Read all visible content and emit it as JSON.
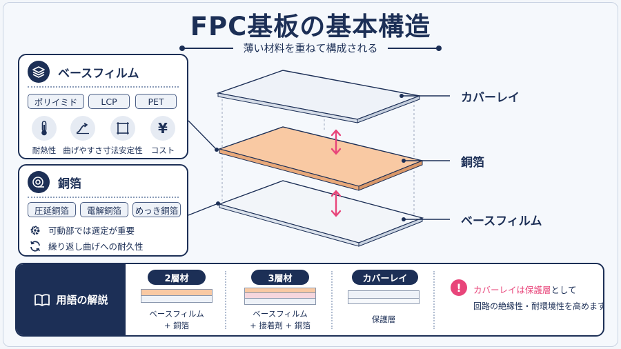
{
  "title": "FPC基板の基本構造",
  "subtitle": "薄い材料を重ねて構成される",
  "base_card": {
    "title": "ベースフィルム",
    "materials": [
      "ポリイミド",
      "LCP",
      "PET"
    ],
    "properties": [
      {
        "label": "耐熱性",
        "icon": "thermometer-icon"
      },
      {
        "label": "曲げやすさ",
        "icon": "bend-curve-icon"
      },
      {
        "label": "寸法安定性",
        "icon": "dimension-frame-icon"
      },
      {
        "label": "コスト",
        "icon": "yen-icon"
      }
    ],
    "yen_symbol": "¥"
  },
  "copper_card": {
    "title": "銅箔",
    "types": [
      "圧延銅箔",
      "電解銅箔",
      "めっき銅箔"
    ],
    "features": [
      {
        "label": "可動部では選定が重要",
        "icon": "gear-icon"
      },
      {
        "label": "繰り返し曲げへの耐久性",
        "icon": "refresh-icon"
      }
    ]
  },
  "layers": {
    "top": "カバーレイ",
    "middle": "銅箔",
    "bottom": "ベースフィルム"
  },
  "colors": {
    "navy": "#1c2f56",
    "copper": "#f9c9a3",
    "film": "#f2f5f9",
    "arrow": "#e8457a"
  },
  "glossary": {
    "heading": "用語の解説",
    "items": [
      {
        "pill": "2層材",
        "caption_lines": [
          "ベースフィルム",
          "+ 銅箔"
        ]
      },
      {
        "pill": "3層材",
        "caption_lines": [
          "ベースフィルム",
          "+ 接着剤 + 銅箔"
        ]
      },
      {
        "pill": "カバーレイ",
        "caption_lines": [
          "保護層"
        ]
      }
    ],
    "note": {
      "icon_text": "!",
      "highlight": "カバーレイは保護層",
      "suffix": "として",
      "line2": "回路の絶縁性・耐環境性を高めます。"
    }
  }
}
